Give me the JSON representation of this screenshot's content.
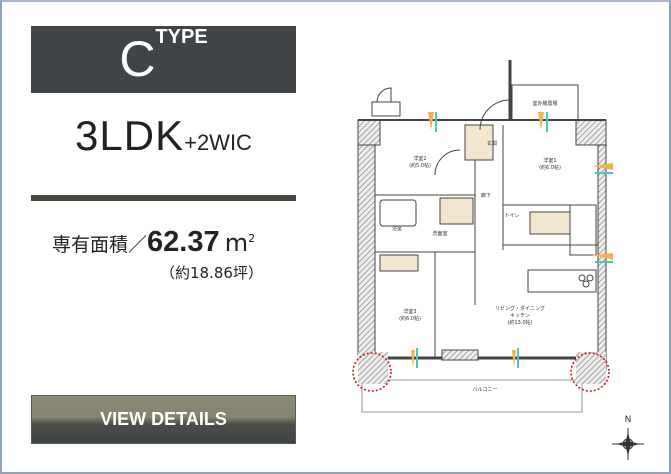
{
  "type_badge": {
    "letter": "C",
    "suffix": "TYPE"
  },
  "layout": {
    "main": "3LDK",
    "extra": "+2WIC"
  },
  "area": {
    "label": "専有面積／",
    "value": "62.37",
    "unit": "m",
    "unit_sup": "2",
    "tsubo": "（約18.86坪）"
  },
  "button": {
    "label": "VIEW DETAILS"
  },
  "floorplan": {
    "rooms": {
      "western2": "洋室2",
      "western2_size": "(約5.0帖)",
      "western1": "洋室1",
      "western1_size": "(約6.0帖)",
      "western3": "洋室3",
      "western3_size": "(約6.0帖)",
      "entrance": "玄関",
      "hall": "廊下",
      "bath": "浴室",
      "washroom": "洗面室",
      "toilet": "トイレ",
      "outdoor_unit": "室外機置場",
      "ldk": "リビング・ダイニング",
      "ldk2": "キッチン",
      "ldk_size": "(約13.0帖)",
      "balcony": "バルコニー"
    },
    "compass": "N"
  },
  "colors": {
    "badge_bg": "#414447",
    "rule": "#47453a",
    "frame": "#8fa3c0",
    "highlight": "#d0161c"
  }
}
